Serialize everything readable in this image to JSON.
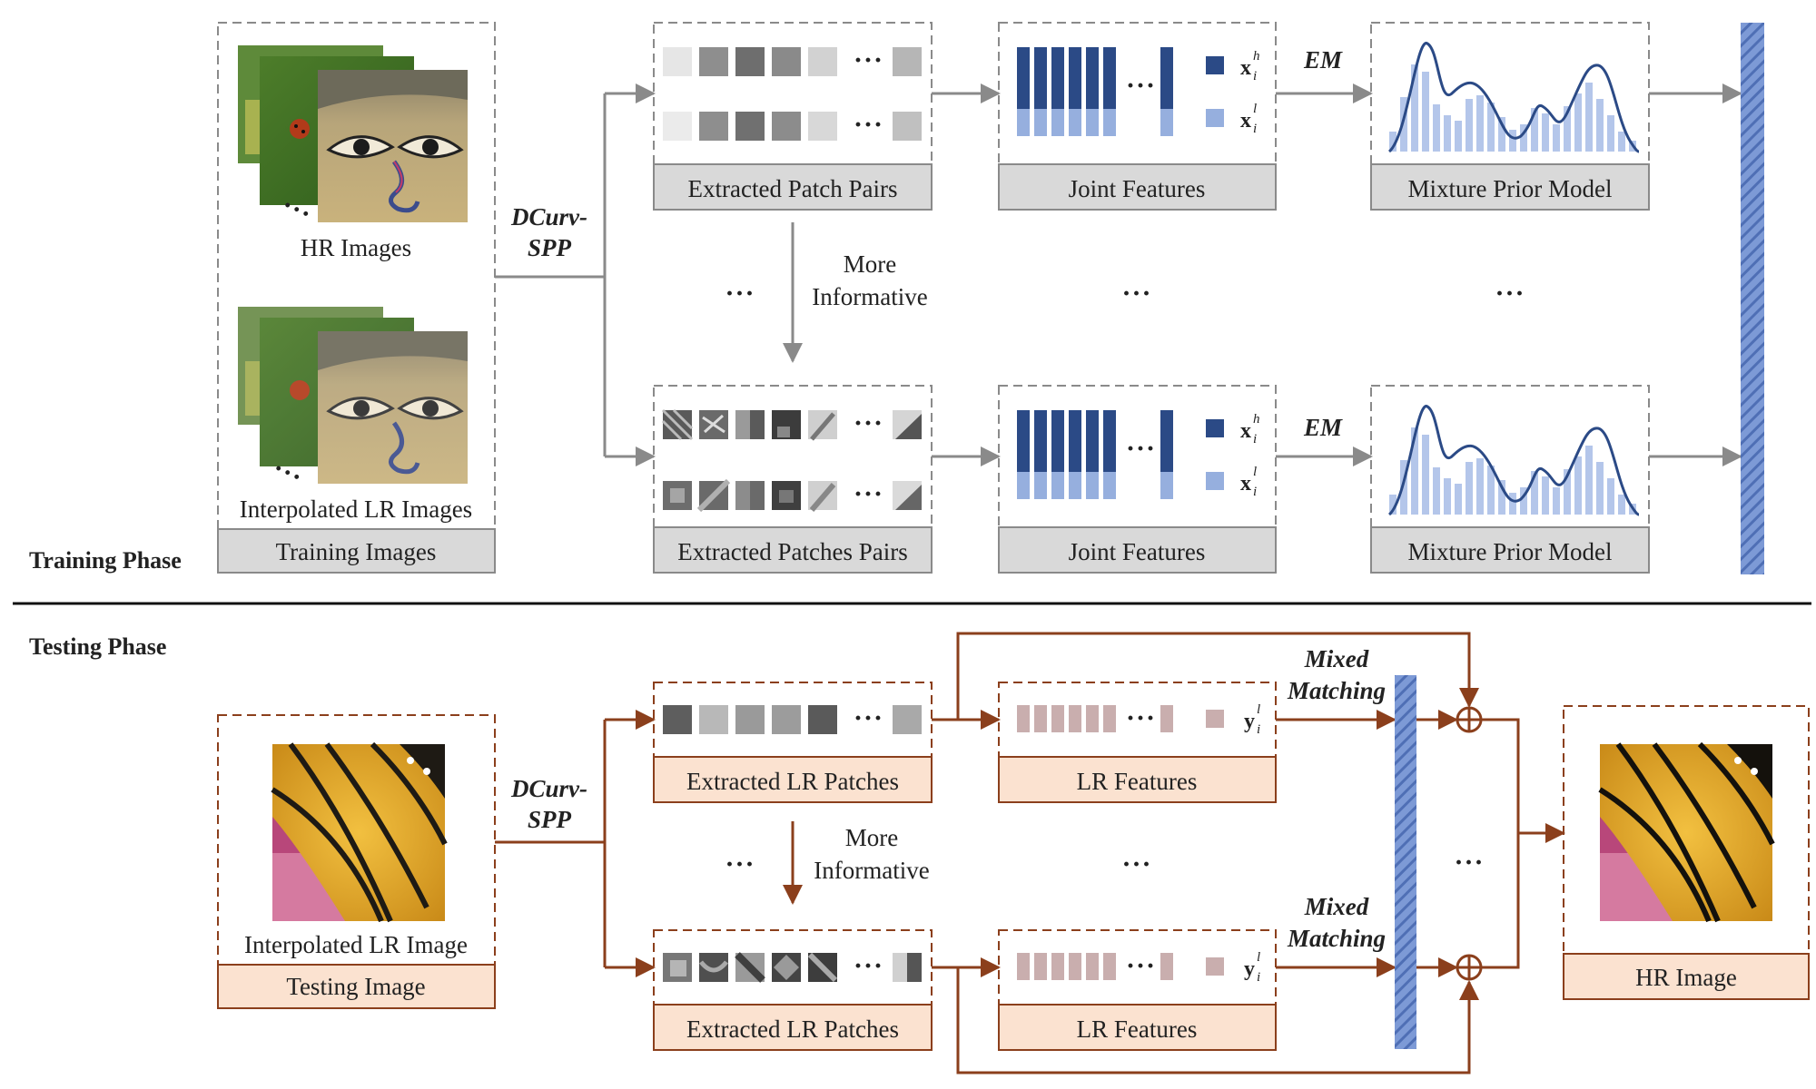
{
  "training": {
    "phase_label": "Training Phase",
    "hr_images_label": "HR Images",
    "lr_images_label": "Interpolated LR Images",
    "training_images_label": "Training Images",
    "method_line1": "DCurv-",
    "method_line2": "SPP",
    "patch_pairs_label": "Extracted Patch Pairs",
    "patches_pairs_label": "Extracted Patches Pairs",
    "more_line1": "More",
    "more_line2": "Informative",
    "joint_features_label": "Joint Features",
    "em_label": "EM",
    "mixture_label": "Mixture Prior Model",
    "legend_h_sym": "x",
    "legend_h_sup": "h",
    "legend_l_sym": "x",
    "legend_l_sup": "l",
    "legend_sub": "i",
    "ellipsis": "···"
  },
  "testing": {
    "phase_label": "Testing Phase",
    "lr_image_label": "Interpolated LR Image",
    "testing_image_label": "Testing Image",
    "method_line1": "DCurv-",
    "method_line2": "SPP",
    "lr_patches_label": "Extracted LR Patches",
    "more_line1": "More",
    "more_line2": "Informative",
    "lr_features_label": "LR Features",
    "legend_sym": "y",
    "legend_sup": "l",
    "legend_sub": "i",
    "mixed_line1": "Mixed",
    "mixed_line2": "Matching",
    "hr_image_label": "HR Image",
    "ellipsis": "···"
  },
  "colors": {
    "train_arrow": "#8a8a8a",
    "test_arrow": "#8b3f1c",
    "dark_feature": "#2b4a86",
    "light_feature": "#96afde",
    "lr_feature": "#c9aeae",
    "model_stripe": "#7d9ad6",
    "train_label_fill": "#d9d9d9",
    "test_label_fill": "#fbe2d0"
  }
}
